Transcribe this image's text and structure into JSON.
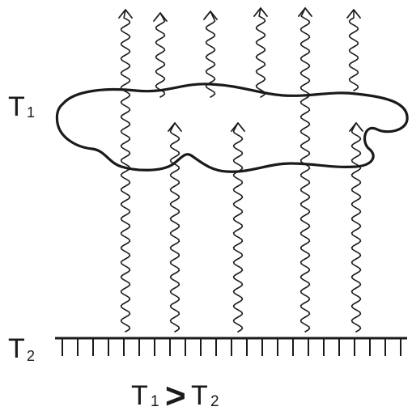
{
  "labels": {
    "upper": {
      "main": "T",
      "sub": "1"
    },
    "ground": {
      "main": "T",
      "sub": "2"
    }
  },
  "relation": {
    "left_main": "T",
    "left_sub": "1",
    "symbol": ">",
    "right_main": "T",
    "right_sub": "2"
  },
  "colors": {
    "ink": "#1a1a1a",
    "background": "#ffffff"
  }
}
